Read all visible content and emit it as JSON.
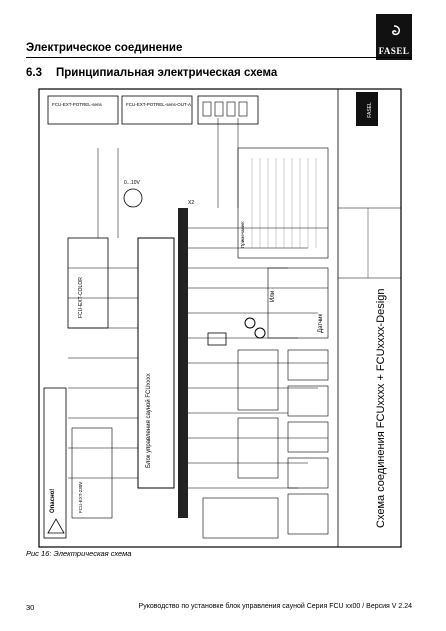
{
  "header": {
    "section_title": "Электрическое соединение",
    "logo_text": "FASEL"
  },
  "subsection": {
    "number": "6.3",
    "title": "Принципиальная электрическая схема"
  },
  "diagram": {
    "main_title": "Схема соединения FCUxxxx + FCUxxxx-Design",
    "unit_label": "Блок управления сауной FCUxxxx",
    "warning_title": "Опасно!",
    "voltage_label": "0...10V",
    "sensor_label": "Датчик",
    "alt_label": "Или",
    "fcu_ext_labels": [
      "FCU-EXT-POTREL-sens",
      "FCU-EXT-POTREL-sens-OUT-A"
    ],
    "ext_color_label": "FCU-EXT-COLOR",
    "note_label": "Примечание:",
    "terminal_label": "X2",
    "relay_label": "FCU-EXT-230V"
  },
  "caption": "Рис 16: Электрическая схема",
  "footer": {
    "page_number": "30",
    "text": "Руководство по установке блок управления сауной Серия FCU xx00 / Версия V 2.24"
  }
}
